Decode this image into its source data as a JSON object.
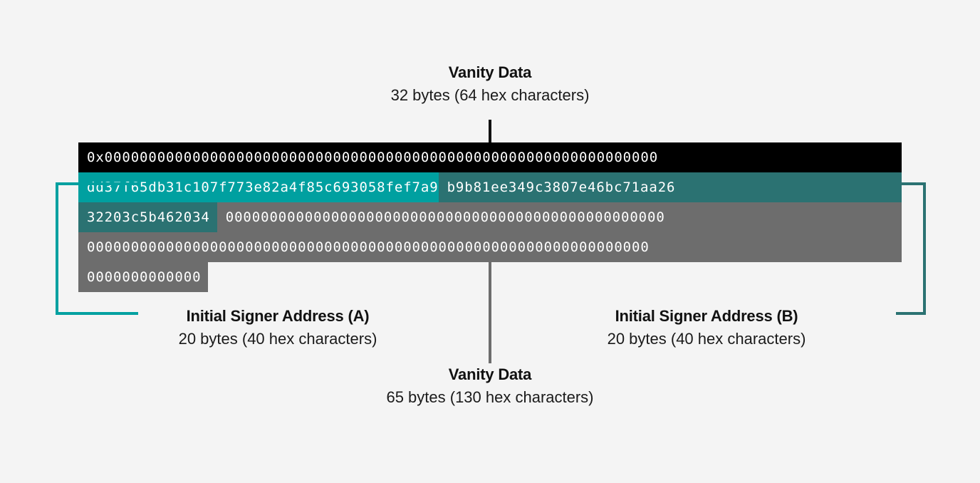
{
  "background_color": "#f4f4f4",
  "colors": {
    "black": "#000000",
    "teal": "#00a0a0",
    "dark_teal": "#2b7272",
    "gray": "#6d6d6d",
    "text_dark": "#111111"
  },
  "captions": {
    "top": {
      "title": "Vanity Data",
      "subtitle": "32 bytes (64 hex characters)"
    },
    "bottom": {
      "title": "Vanity Data",
      "subtitle": "65 bytes (130 hex characters)"
    },
    "left": {
      "title": "Initial Signer Address (A)",
      "subtitle": "20 bytes (40 hex characters)"
    },
    "right": {
      "title": "Initial Signer Address (B)",
      "subtitle": "20 bytes (40 hex characters)"
    }
  },
  "hex_block": {
    "rows": [
      {
        "segments": [
          {
            "color": "black",
            "text": "0x000000000000000000000000000000000000000000000000000000000000000"
          }
        ]
      },
      {
        "segments": [
          {
            "color": "teal",
            "text": "dd37f65db31c107f773e82a4f85c693058fef7a9"
          },
          {
            "color": "dark_teal",
            "text": "b9b81ee349c3807e46bc71aa26"
          }
        ]
      },
      {
        "segments": [
          {
            "color": "dark_teal",
            "text": "32203c5b462034"
          },
          {
            "color": "gray",
            "text": "00000000000000000000000000000000000000000000000000"
          }
        ]
      },
      {
        "segments": [
          {
            "color": "gray",
            "text": "0000000000000000000000000000000000000000000000000000000000000000"
          }
        ]
      },
      {
        "segments": [
          {
            "color": "gray",
            "text": "0000000000000"
          }
        ]
      }
    ]
  }
}
